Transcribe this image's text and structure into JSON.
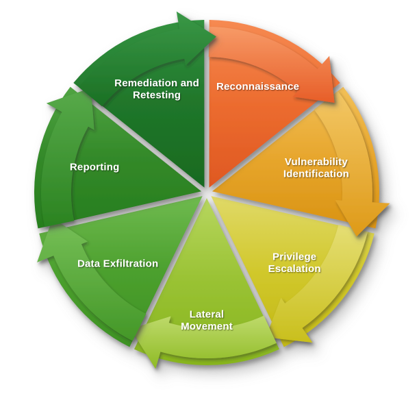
{
  "diagram": {
    "type": "cycle",
    "direction": "clockwise",
    "background_color": "#ffffff",
    "text_color": "#ffffff",
    "segment_count": 7,
    "segments": [
      {
        "id": "reconnaissance",
        "label": "Reconnaissance",
        "lines": [
          "Reconnaissance"
        ],
        "colors": {
          "light": "#F68A52",
          "mid": "#EC6C2F",
          "dark": "#DF5822",
          "arrow_light": "#F79A67",
          "arrow_dark": "#E75E28"
        }
      },
      {
        "id": "vulnerability-identification",
        "label": "Vulnerability Identification",
        "lines": [
          "Vulnerability",
          "Identification"
        ],
        "colors": {
          "light": "#F2C058",
          "mid": "#E7A62D",
          "dark": "#D99312",
          "arrow_light": "#F3C765",
          "arrow_dark": "#DE9A18"
        }
      },
      {
        "id": "privilege-escalation",
        "label": "Privilege Escalation",
        "lines": [
          "Privilege",
          "Escalation"
        ],
        "colors": {
          "light": "#E0D968",
          "mid": "#D1C82C",
          "dark": "#C2B815",
          "arrow_light": "#E5DE74",
          "arrow_dark": "#C9BF1C"
        }
      },
      {
        "id": "lateral-movement",
        "label": "Lateral Movement",
        "lines": [
          "Lateral",
          "Movement"
        ],
        "colors": {
          "light": "#B7D65F",
          "mid": "#99C233",
          "dark": "#87B41E",
          "arrow_light": "#BEDA6B",
          "arrow_dark": "#8EBA24"
        }
      },
      {
        "id": "data-exfiltration",
        "label": "Data Exfiltration",
        "lines": [
          "Data Exfiltration"
        ],
        "colors": {
          "light": "#6FBA4F",
          "mid": "#4CA02E",
          "dark": "#3D9123",
          "arrow_light": "#77C058",
          "arrow_dark": "#439727"
        }
      },
      {
        "id": "reporting",
        "label": "Reporting",
        "lines": [
          "Reporting"
        ],
        "colors": {
          "light": "#51A443",
          "mid": "#338929",
          "dark": "#277E1E",
          "arrow_light": "#58AA4A",
          "arrow_dark": "#2B8321"
        }
      },
      {
        "id": "remediation-and-retesting",
        "label": "Remediation and Retesting",
        "lines": [
          "Remediation and",
          "Retesting"
        ],
        "colors": {
          "light": "#339240",
          "mid": "#20762A",
          "dark": "#186A20",
          "arrow_light": "#3A9847",
          "arrow_dark": "#1B7024"
        }
      }
    ]
  }
}
